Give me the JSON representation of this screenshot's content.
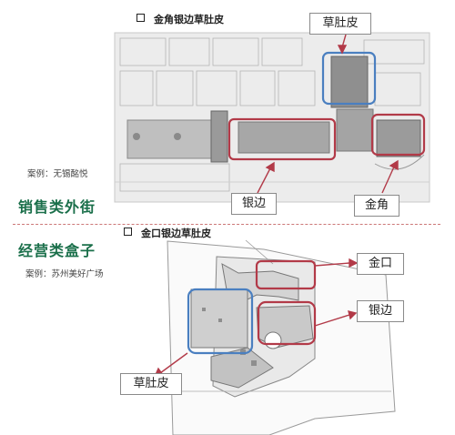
{
  "section1": {
    "heading": "金角银边草肚皮",
    "case": "案例：无锡酩悦",
    "tag": "销售类外街",
    "labels": {
      "grass": "草肚皮",
      "silver": "银边",
      "gold": "金角"
    }
  },
  "section2": {
    "heading": "金口银边草肚皮",
    "case": "案例：苏州美好广场",
    "tag": "经营类盒子",
    "labels": {
      "gold": "金口",
      "silver": "银边",
      "grass": "草肚皮"
    }
  },
  "colors": {
    "red": "#b23a48",
    "blue": "#4a7fc0",
    "tag": "#1a6f4a"
  }
}
